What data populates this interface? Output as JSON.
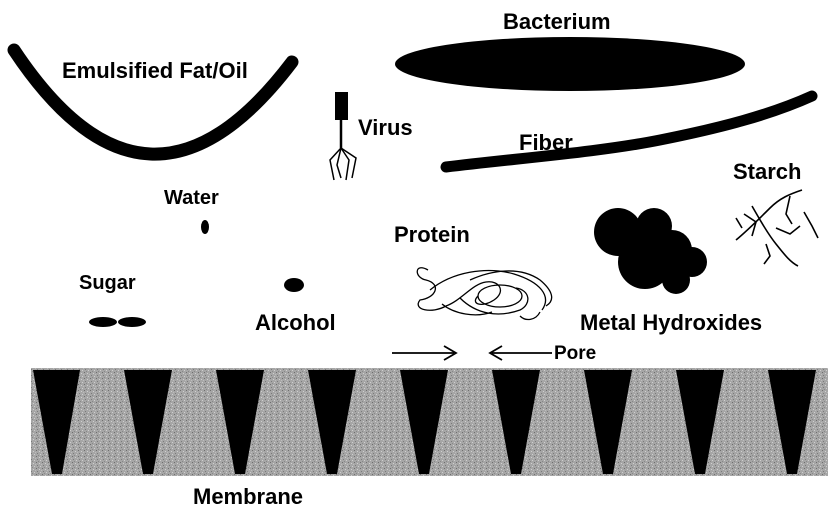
{
  "labels": {
    "bacterium": "Bacterium",
    "emulsified_fat_oil": "Emulsified Fat/Oil",
    "virus": "Virus",
    "fiber": "Fiber",
    "starch": "Starch",
    "water": "Water",
    "protein": "Protein",
    "sugar": "Sugar",
    "alcohol": "Alcohol",
    "metal_hydroxides": "Metal Hydroxides",
    "pore": "Pore",
    "membrane": "Membrane"
  },
  "colors": {
    "ink": "#000000",
    "background": "#ffffff",
    "membrane_pore": "#a0a0a0"
  }
}
